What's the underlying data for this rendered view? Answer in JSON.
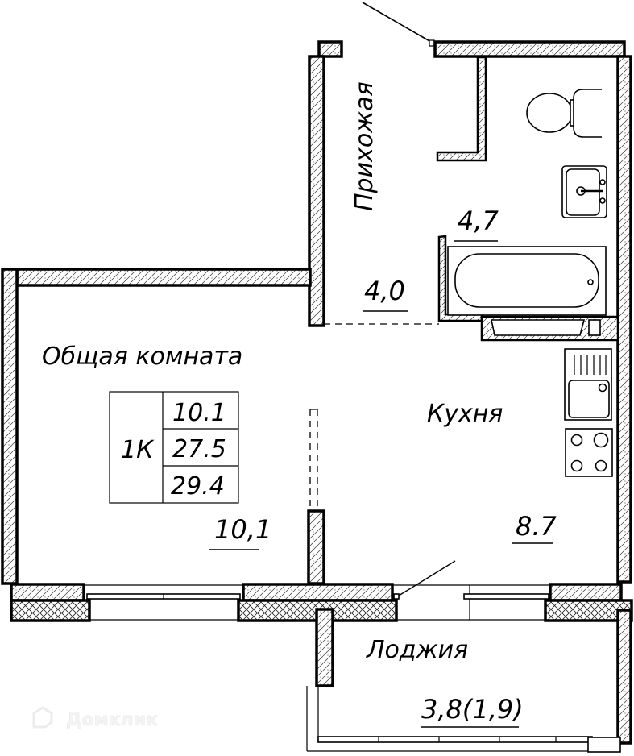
{
  "plan": {
    "rooms": [
      {
        "id": "hallway",
        "name": "Прихожая",
        "area": "4,0"
      },
      {
        "id": "bathroom",
        "name": "",
        "area": "4,7"
      },
      {
        "id": "living",
        "name": "Общая комната",
        "area": "10,1"
      },
      {
        "id": "kitchen",
        "name": "Кухня",
        "area": "8.7"
      },
      {
        "id": "loggia",
        "name": "Лоджия",
        "area": "3,8(1,9)"
      }
    ],
    "summary": {
      "type": "1К",
      "living_area": "10.1",
      "total_area": "27.5",
      "total_with_loggia": "29.4"
    },
    "fixtures": [
      "toilet-icon",
      "washbasin-icon",
      "bathtub-icon",
      "kitchen-sink-icon",
      "stove-icon"
    ]
  },
  "watermark": {
    "text": "Домклик",
    "icon": "house-logo-icon"
  }
}
